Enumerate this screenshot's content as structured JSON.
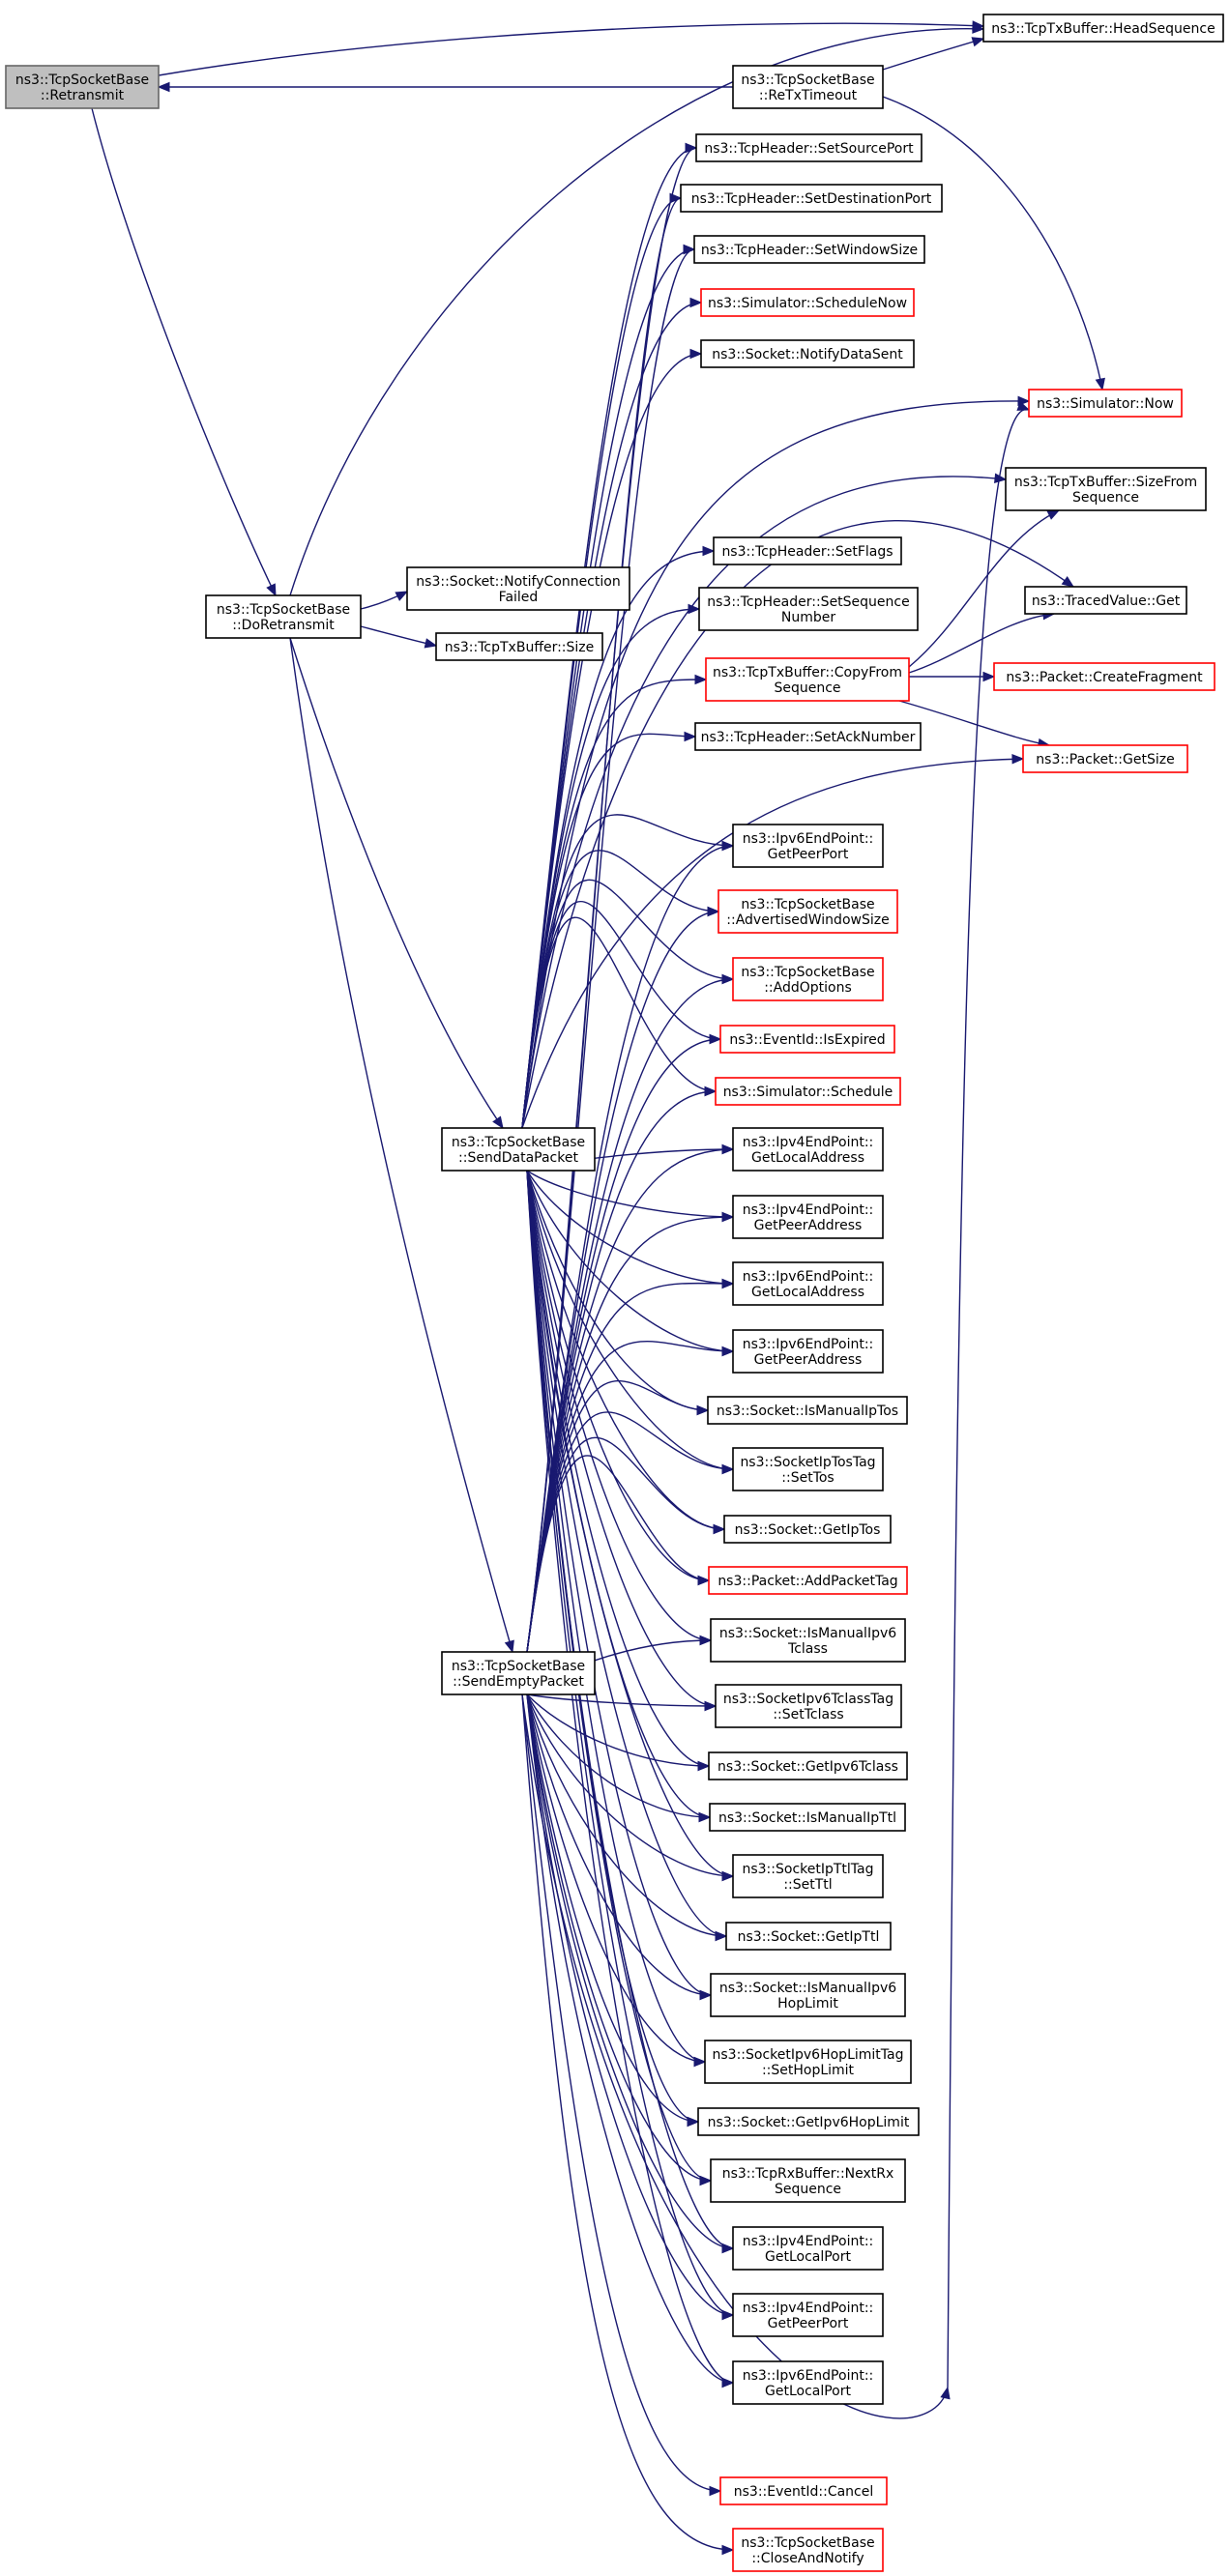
{
  "graph": {
    "colors": {
      "edge": "#191970",
      "border": "#000000",
      "border_external": "#ff0000",
      "root_fill": "#bfbfbf"
    },
    "nodes": {
      "retransmit": {
        "lines": [
          "ns3::TcpSocketBase",
          "::Retransmit"
        ]
      },
      "headsequence": {
        "lines": [
          "ns3::TcpTxBuffer::HeadSequence"
        ]
      },
      "retxtimeout": {
        "lines": [
          "ns3::TcpSocketBase",
          "::ReTxTimeout"
        ]
      },
      "setsourceport": {
        "lines": [
          "ns3::TcpHeader::SetSourcePort"
        ]
      },
      "setdestinationport": {
        "lines": [
          "ns3::TcpHeader::SetDestinationPort"
        ]
      },
      "setwindowsize": {
        "lines": [
          "ns3::TcpHeader::SetWindowSize"
        ]
      },
      "schedulenow": {
        "lines": [
          "ns3::Simulator::ScheduleNow"
        ]
      },
      "notifydatasent": {
        "lines": [
          "ns3::Socket::NotifyDataSent"
        ]
      },
      "simulatornow": {
        "lines": [
          "ns3::Simulator::Now"
        ]
      },
      "sizefromsequence": {
        "lines": [
          "ns3::TcpTxBuffer::SizeFrom",
          "Sequence"
        ]
      },
      "setflags": {
        "lines": [
          "ns3::TcpHeader::SetFlags"
        ]
      },
      "notifyconnectionfailed": {
        "lines": [
          "ns3::Socket::NotifyConnection",
          "Failed"
        ]
      },
      "doretransmit": {
        "lines": [
          "ns3::TcpSocketBase",
          "::DoRetransmit"
        ]
      },
      "setsequencenumber": {
        "lines": [
          "ns3::TcpHeader::SetSequence",
          "Number"
        ]
      },
      "tracedvalueget": {
        "lines": [
          "ns3::TracedValue::Get"
        ]
      },
      "txbuffersize": {
        "lines": [
          "ns3::TcpTxBuffer::Size"
        ]
      },
      "copyfromsequence": {
        "lines": [
          "ns3::TcpTxBuffer::CopyFrom",
          "Sequence"
        ]
      },
      "createfragment": {
        "lines": [
          "ns3::Packet::CreateFragment"
        ]
      },
      "setacknumber": {
        "lines": [
          "ns3::TcpHeader::SetAckNumber"
        ]
      },
      "packetgetsize": {
        "lines": [
          "ns3::Packet::GetSize"
        ]
      },
      "ipv6getpeerport": {
        "lines": [
          "ns3::Ipv6EndPoint::",
          "GetPeerPort"
        ]
      },
      "advertisedwindowsize": {
        "lines": [
          "ns3::TcpSocketBase",
          "::AdvertisedWindowSize"
        ]
      },
      "addoptions": {
        "lines": [
          "ns3::TcpSocketBase",
          "::AddOptions"
        ]
      },
      "isexpired": {
        "lines": [
          "ns3::EventId::IsExpired"
        ]
      },
      "simulatorschedule": {
        "lines": [
          "ns3::Simulator::Schedule"
        ]
      },
      "senddatapacket": {
        "lines": [
          "ns3::TcpSocketBase",
          "::SendDataPacket"
        ]
      },
      "ipv4getlocaladdress": {
        "lines": [
          "ns3::Ipv4EndPoint::",
          "GetLocalAddress"
        ]
      },
      "ipv4getpeeraddress": {
        "lines": [
          "ns3::Ipv4EndPoint::",
          "GetPeerAddress"
        ]
      },
      "ipv6getlocaladdress": {
        "lines": [
          "ns3::Ipv6EndPoint::",
          "GetLocalAddress"
        ]
      },
      "ipv6getpeeraddress": {
        "lines": [
          "ns3::Ipv6EndPoint::",
          "GetPeerAddress"
        ]
      },
      "ismanualiptos": {
        "lines": [
          "ns3::Socket::IsManualIpTos"
        ]
      },
      "socketiptostag": {
        "lines": [
          "ns3::SocketIpTosTag",
          "::SetTos"
        ]
      },
      "getiptos": {
        "lines": [
          "ns3::Socket::GetIpTos"
        ]
      },
      "addpackettag": {
        "lines": [
          "ns3::Packet::AddPacketTag"
        ]
      },
      "sendemptypacket": {
        "lines": [
          "ns3::TcpSocketBase",
          "::SendEmptyPacket"
        ]
      },
      "ismanualipv6tclass": {
        "lines": [
          "ns3::Socket::IsManualIpv6",
          "Tclass"
        ]
      },
      "socketipv6tclasstag": {
        "lines": [
          "ns3::SocketIpv6TclassTag",
          "::SetTclass"
        ]
      },
      "getipv6tclass": {
        "lines": [
          "ns3::Socket::GetIpv6Tclass"
        ]
      },
      "ismanualipttl": {
        "lines": [
          "ns3::Socket::IsManualIpTtl"
        ]
      },
      "socketipttltag": {
        "lines": [
          "ns3::SocketIpTtlTag",
          "::SetTtl"
        ]
      },
      "getipttl": {
        "lines": [
          "ns3::Socket::GetIpTtl"
        ]
      },
      "ismanualipv6hoplimit": {
        "lines": [
          "ns3::Socket::IsManualIpv6",
          "HopLimit"
        ]
      },
      "socketipv6hoplimittag": {
        "lines": [
          "ns3::SocketIpv6HopLimitTag",
          "::SetHopLimit"
        ]
      },
      "getipv6hoplimit": {
        "lines": [
          "ns3::Socket::GetIpv6HopLimit"
        ]
      },
      "nextrxsequence": {
        "lines": [
          "ns3::TcpRxBuffer::NextRx",
          "Sequence"
        ]
      },
      "ipv4getlocalport": {
        "lines": [
          "ns3::Ipv4EndPoint::",
          "GetLocalPort"
        ]
      },
      "ipv4getpeerport": {
        "lines": [
          "ns3::Ipv4EndPoint::",
          "GetPeerPort"
        ]
      },
      "ipv6getlocalport": {
        "lines": [
          "ns3::Ipv6EndPoint::",
          "GetLocalPort"
        ]
      },
      "eventcancel": {
        "lines": [
          "ns3::EventId::Cancel"
        ]
      },
      "closeandnotify": {
        "lines": [
          "ns3::TcpSocketBase",
          "::CloseAndNotify"
        ]
      }
    }
  }
}
